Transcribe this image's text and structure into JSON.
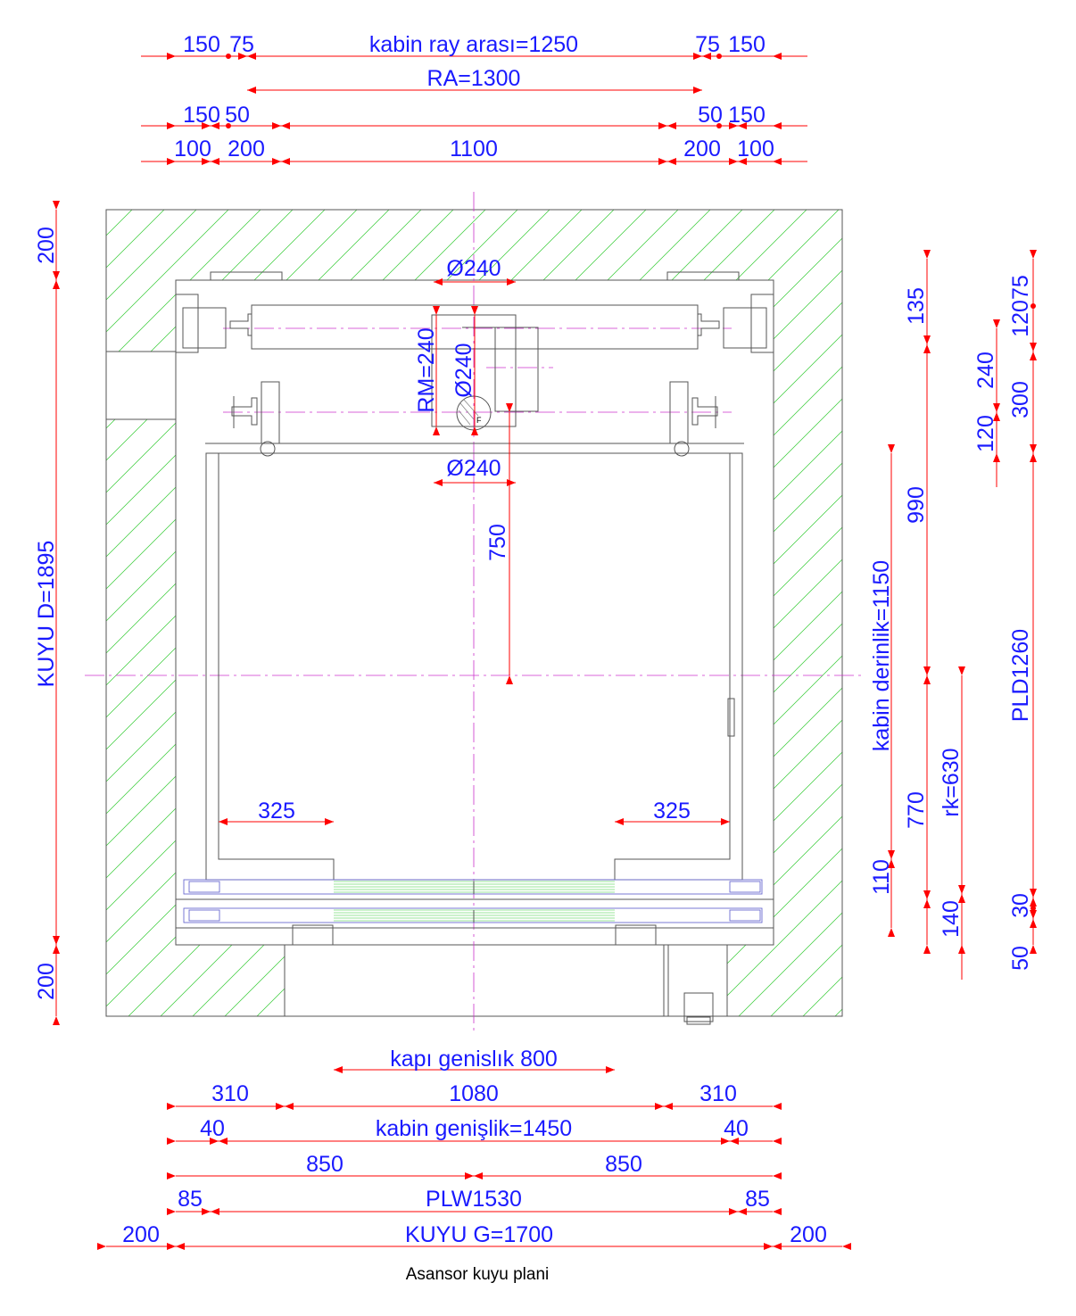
{
  "caption": "Asansor kuyu plani",
  "dims": {
    "top_r1_150l": "150",
    "top_r1_75l": "75",
    "top_r1_mid": "kabin  ray arası=1250",
    "top_r1_75r": "75",
    "top_r1_150r": "150",
    "top_r2_mid": "RA=1300",
    "top_r3_150l": "150",
    "top_r3_50l": "50",
    "top_r3_50r": "50",
    "top_r3_150r": "150",
    "top_r4_100l": "100",
    "top_r4_200l": "200",
    "top_r4_mid": "1100",
    "top_r4_200r": "200",
    "top_r4_100r": "100",
    "d240_top": "Ø240",
    "rm": "RM=240",
    "d240_vert": "Ø240",
    "d240_mid": "Ø240",
    "v750": "750",
    "door_l": "325",
    "door_r": "325",
    "left_200_top": "200",
    "left_kuyu_d": "KUYU D=1895",
    "left_200_bot": "200",
    "r_kabin_derinlik": "kabin derinlik=1150",
    "r_110": "110",
    "r_135": "135",
    "r_990": "990",
    "r_770": "770",
    "r_140": "140",
    "r_rk": "rk=630",
    "r_240": "240",
    "r_120": "120",
    "r_12075": "12075",
    "r_300": "300",
    "r_pld": "PLD1260",
    "r_30": "30",
    "r_50": "50",
    "b_kapi": "kapı genislık 800",
    "b_310l": "310",
    "b_1080": "1080",
    "b_310r": "310",
    "b_40l": "40",
    "b_kabin_genislik": "kabin genişlik=1450",
    "b_40r": "40",
    "b_850l": "850",
    "b_850r": "850",
    "b_85l": "85",
    "b_plw": "PLW1530",
    "b_85r": "85",
    "b_200l": "200",
    "b_kuyu_g": "KUYU G=1700",
    "b_200r": "200",
    "f_label": "F"
  },
  "colors": {
    "dimension_text": "#1a1aff",
    "dimension_line": "#ff0000",
    "axis_line": "#cc33cc",
    "hatch": "#33cc33",
    "outline": "#555555"
  }
}
